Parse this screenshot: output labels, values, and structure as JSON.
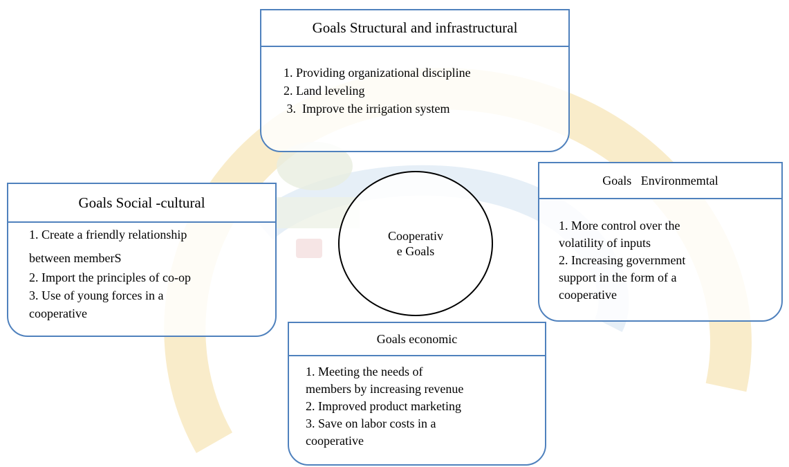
{
  "diagram": {
    "center": {
      "line1": "Cooperativ",
      "line2": "e Goals"
    },
    "structural": {
      "title": "Goals Structural and infrastructural",
      "items": [
        "1. Providing organizational discipline",
        "2. Land leveling",
        " 3.  Improve the irrigation system"
      ]
    },
    "social": {
      "title": "Goals Social -cultural",
      "items": [
        "1. Create a friendly relationship",
        "between memberS",
        "2. Import the principles of co-op",
        "3. Use of young forces in a",
        "cooperative"
      ]
    },
    "environmental": {
      "title": "Goals   Environmemtal",
      "items": [
        "1. More control over the",
        "volatility of inputs",
        "2. Increasing government",
        "support in the form of a",
        "cooperative"
      ]
    },
    "economic": {
      "title": "Goals economic",
      "items": [
        "1. Meeting the needs of",
        "members by increasing revenue",
        "2. Improved product marketing",
        "3. Save on labor costs in a",
        "cooperative"
      ]
    },
    "colors": {
      "box_border": "#4f81bd",
      "ellipse_border": "#000000",
      "watermark_gold": "#f3dc9f",
      "watermark_blue": "#dce8f3"
    }
  }
}
